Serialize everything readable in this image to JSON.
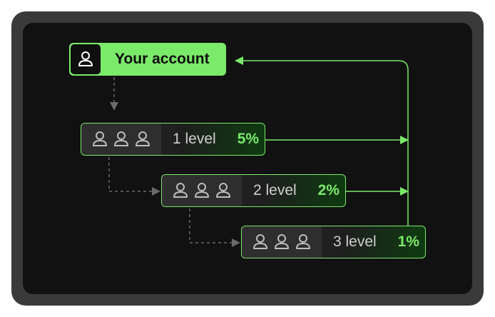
{
  "account": {
    "label": "Your account",
    "icon": "user-icon"
  },
  "levels": [
    {
      "label": "1 level",
      "percent": "5%",
      "icon": "users-group-icon"
    },
    {
      "label": "2 level",
      "percent": "2%",
      "icon": "users-group-icon"
    },
    {
      "label": "3 level",
      "percent": "1%",
      "icon": "users-group-icon"
    }
  ],
  "colors": {
    "accent": "#7bea6a",
    "panel": "#111111",
    "frame": "#3a3a3a",
    "dashed": "#6a6a6a"
  }
}
